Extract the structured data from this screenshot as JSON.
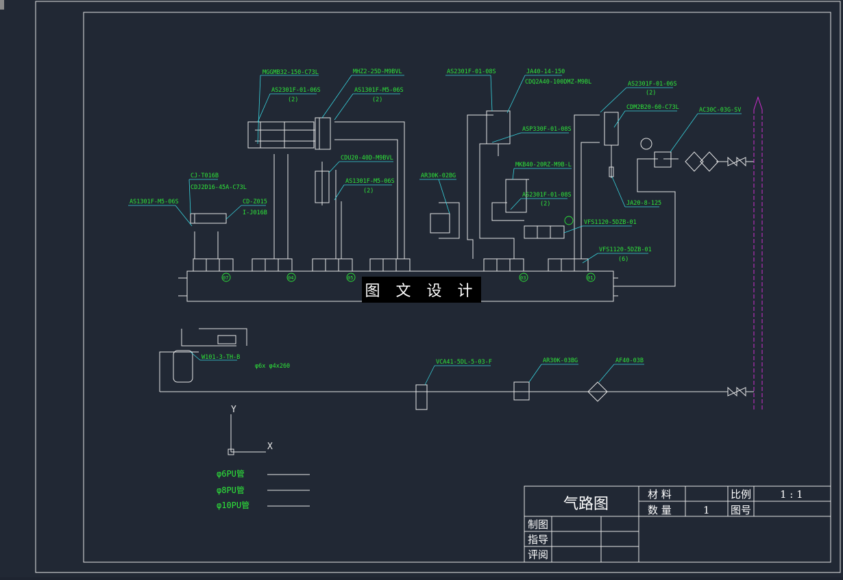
{
  "labels": [
    {
      "id": "l1",
      "text": "MGGMB32-150-C73L"
    },
    {
      "id": "l2",
      "text": "AS2301F-01-06S"
    },
    {
      "id": "l3",
      "text": "(2)"
    },
    {
      "id": "l4",
      "text": "MHZ2-25D-M9BVL"
    },
    {
      "id": "l5",
      "text": "AS1301F-M5-06S"
    },
    {
      "id": "l6",
      "text": "(2)"
    },
    {
      "id": "l7",
      "text": "CDU20-40D-M9BVL"
    },
    {
      "id": "l8",
      "text": "AS1301F-M5-06S"
    },
    {
      "id": "l9",
      "text": "(2)"
    },
    {
      "id": "l10",
      "text": "AS2301F-01-08S"
    },
    {
      "id": "l11",
      "text": "JA40-14-150"
    },
    {
      "id": "l12",
      "text": "CDQ2A40-100DMZ-M9BL"
    },
    {
      "id": "l13",
      "text": "ASP330F-01-08S"
    },
    {
      "id": "l14",
      "text": "AR30K-02BG"
    },
    {
      "id": "l15",
      "text": "MKB40-20RZ-M9B-L"
    },
    {
      "id": "l16",
      "text": "AS2301F-01-08S"
    },
    {
      "id": "l17",
      "text": "(2)"
    },
    {
      "id": "l18",
      "text": "AS2301F-01-06S"
    },
    {
      "id": "l19",
      "text": "(2)"
    },
    {
      "id": "l20",
      "text": "CDM2B20-60-C73L"
    },
    {
      "id": "l21",
      "text": "AC30C-03G-SV"
    },
    {
      "id": "l22",
      "text": "JA20-8-125"
    },
    {
      "id": "l23",
      "text": "VFS1120-5DZB-01"
    },
    {
      "id": "l24",
      "text": "VFS1120-5DZB-01"
    },
    {
      "id": "l25",
      "text": "(6)"
    },
    {
      "id": "l26",
      "text": "CJ-T016B"
    },
    {
      "id": "l27",
      "text": "CDJ2D16-45A-C73L"
    },
    {
      "id": "l28",
      "text": "AS1301F-M5-06S"
    },
    {
      "id": "l29",
      "text": "CD-Z015"
    },
    {
      "id": "l30",
      "text": "I-J016B"
    },
    {
      "id": "l31",
      "text": "W101-3-TH-B"
    },
    {
      "id": "l32",
      "text": "φ6x φ4x260"
    },
    {
      "id": "l33",
      "text": "VCA41-5DL-5-03-F"
    },
    {
      "id": "l34",
      "text": "AR30K-03BG"
    },
    {
      "id": "l35",
      "text": "AF40-03B"
    }
  ],
  "valve_numbers": [
    "07",
    "04",
    "05",
    "03",
    "01"
  ],
  "legend": [
    {
      "label": "φ6PU管"
    },
    {
      "label": "φ8PU管"
    },
    {
      "label": "φ10PU管"
    }
  ],
  "axes": {
    "x": "X",
    "y": "Y"
  },
  "watermark": "图 文 设 计",
  "title_block": {
    "title": "气路图",
    "material_label": "材 料",
    "quantity_label": "数 量",
    "quantity_value": "1",
    "scale_label": "比例",
    "scale_value": "1 : 1",
    "drawing_no_label": "图号",
    "drawn_label": "制图",
    "guide_label": "指导",
    "review_label": "评阅"
  },
  "colors": {
    "background": "#212834",
    "line": "#e8e8e8",
    "label": "#2ee83a",
    "leader": "#38d6e0",
    "pipe": "#d02fd0"
  }
}
